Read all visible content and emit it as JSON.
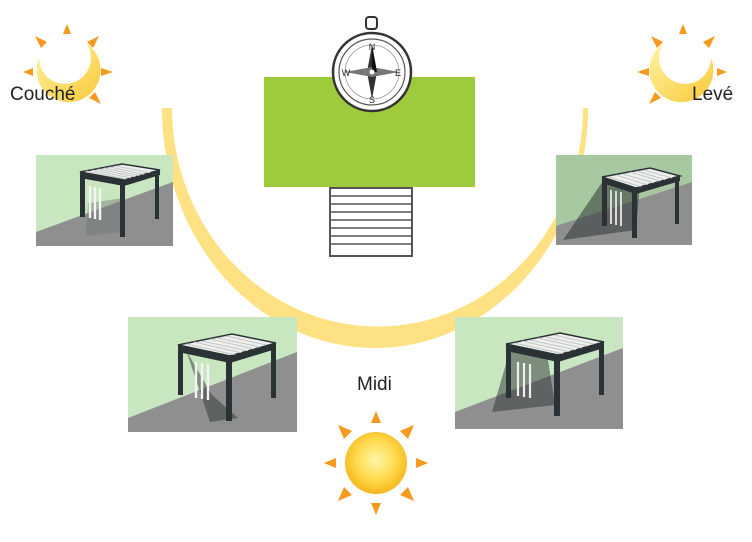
{
  "labels": {
    "sunset": "Couché",
    "sunrise": "Levé",
    "noon": "Midi"
  },
  "compass": {
    "n": "N",
    "s": "S",
    "e": "E",
    "w": "W"
  },
  "colors": {
    "sun_path": "#fde182",
    "house_roof": "#9dcb3b",
    "wall_green": "#c8e6c0",
    "ground_gray": "#8f8f8f",
    "pergola_frame": "#2b3235",
    "pergola_slats": "#eef0ee",
    "sun_core": "#fcd44a",
    "sun_rays": "#f59a1d"
  },
  "icons": [
    "sun-icon",
    "compass-icon",
    "pergola-icon",
    "stairs-icon"
  ]
}
